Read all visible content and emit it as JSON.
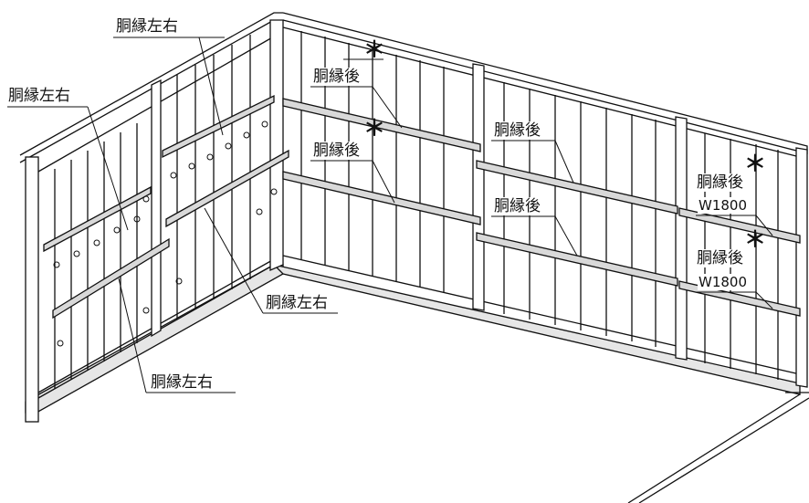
{
  "labels": {
    "side_rail_lr": "胴縁左右",
    "back_rail": "胴縁後",
    "back_rail_w": "W1800",
    "asterisk": "＊"
  }
}
